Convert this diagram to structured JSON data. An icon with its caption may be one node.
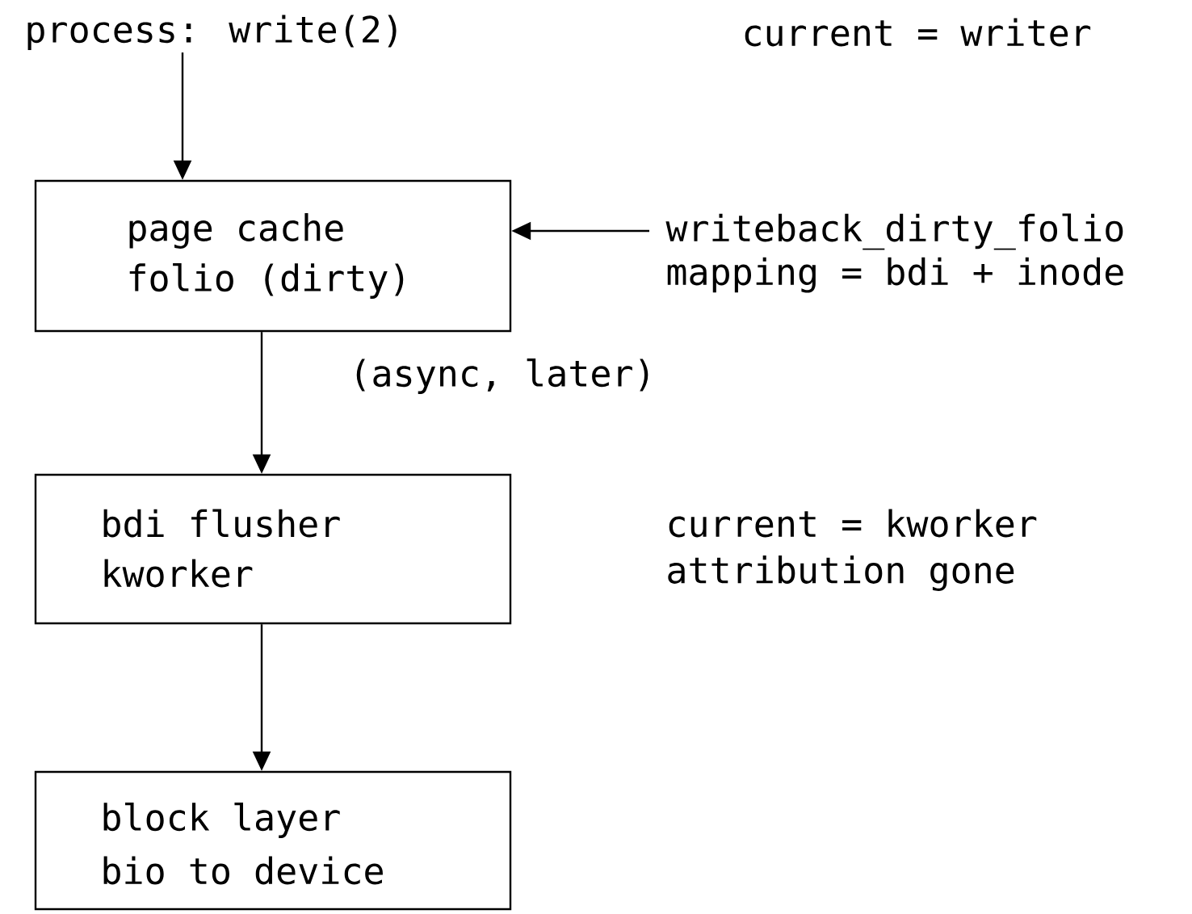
{
  "diagram": {
    "nodes": [
      {
        "text": [
          "process: write(2)"
        ]
      },
      {
        "text": [
          "page cache",
          "folio (dirty)"
        ]
      },
      {
        "text": [
          "writeback_dirty_folio",
          "mapping = bdi + inode"
        ]
      },
      {
        "text": [
          "bdi flusher",
          "kworker"
        ]
      },
      {
        "text": [
          "block layer",
          "bio to device"
        ]
      }
    ],
    "edges": [
      {
        "from": 0,
        "to": 1,
        "arrow": "to"
      },
      {
        "from": 2,
        "to": 1,
        "arrow": "to"
      },
      {
        "from": 1,
        "to": 3,
        "arrow": "to",
        "label": "(async, later)"
      },
      {
        "from": 3,
        "to": 4,
        "arrow": "to"
      }
    ],
    "labels": [
      "current = writer",
      "current = kworker",
      "attribution gone"
    ]
  }
}
